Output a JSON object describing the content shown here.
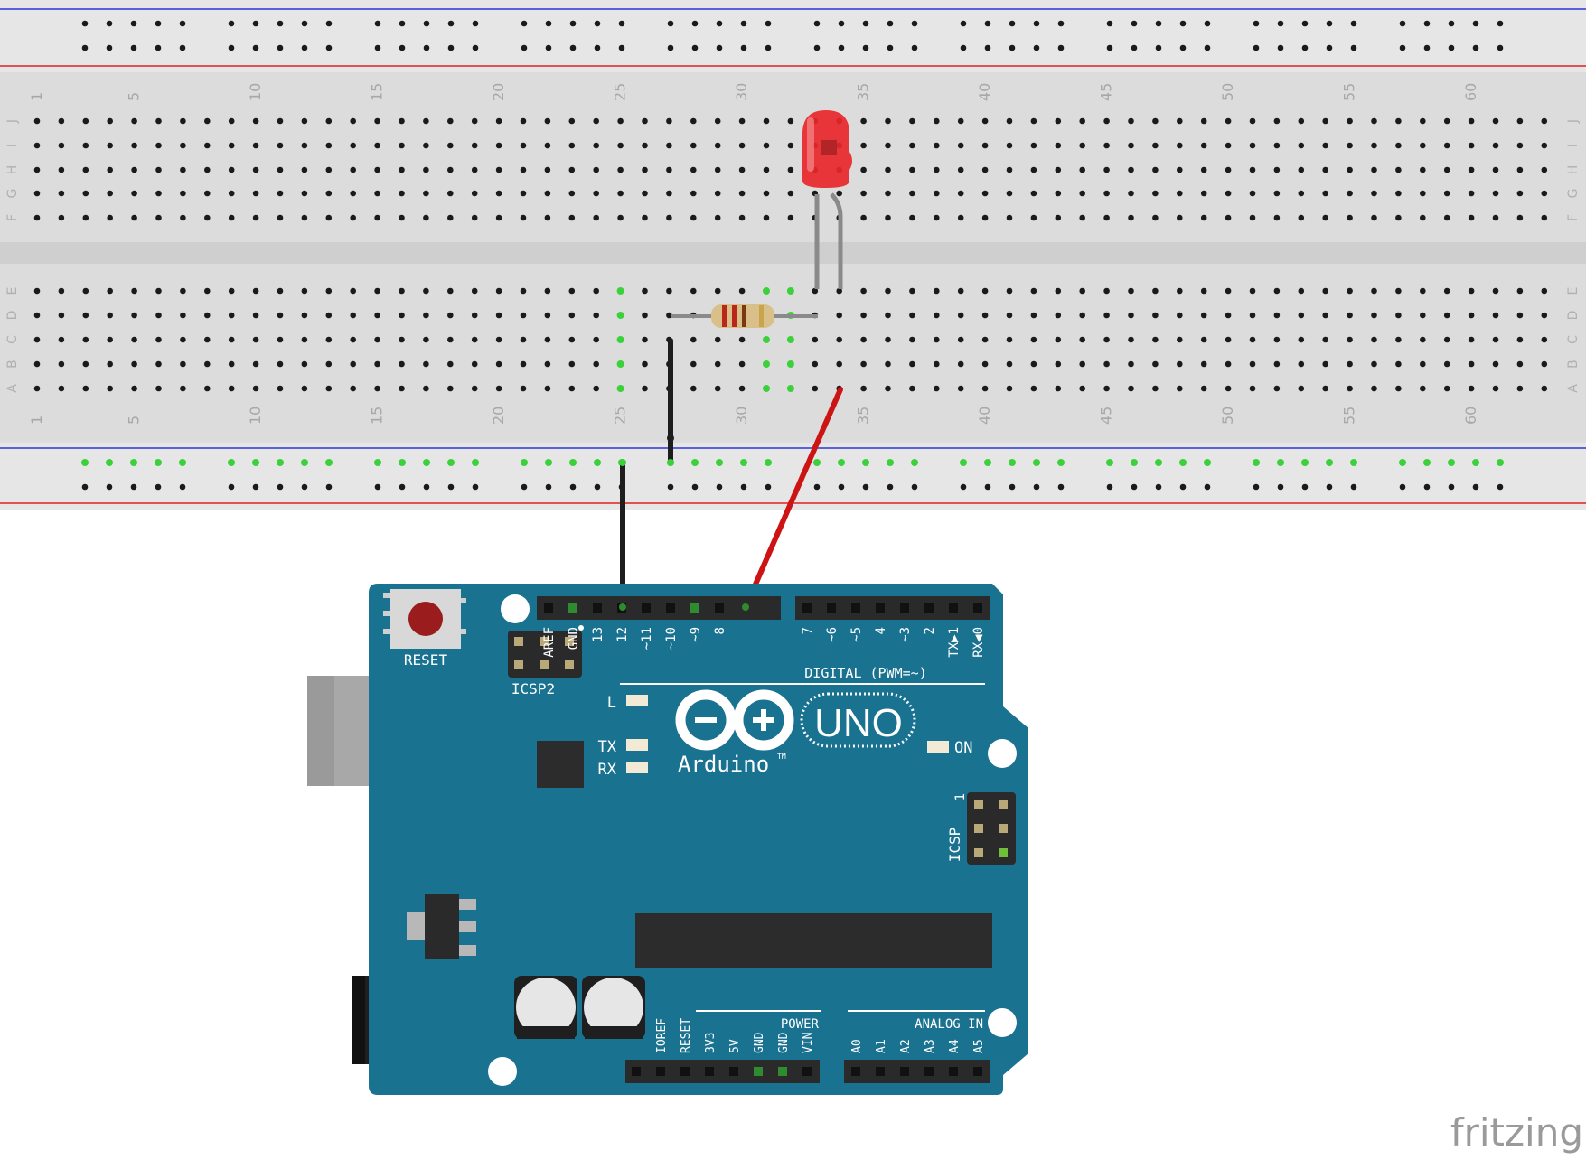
{
  "app": {
    "watermark": "fritzing"
  },
  "breadboard": {
    "column_numbers": [
      "1",
      "5",
      "10",
      "15",
      "20",
      "25",
      "30",
      "35",
      "40",
      "45",
      "50",
      "55",
      "60"
    ],
    "row_labels_top": [
      "J",
      "I",
      "H",
      "G",
      "F"
    ],
    "row_labels_bottom": [
      "E",
      "D",
      "C",
      "B",
      "A"
    ],
    "colors": {
      "body": "#dcdcdc",
      "power_rail_body": "#e8e8e8",
      "minus_line": "#2b35d8",
      "plus_line": "#e02020",
      "hole": "#1a1a1a",
      "hole_connected": "#3bd13b"
    }
  },
  "components": {
    "led": {
      "name": "Red LED",
      "color": "#e8262a"
    },
    "resistor": {
      "name": "Resistor",
      "bands": [
        "#b8261c",
        "#b8261c",
        "#7a3a10",
        "#c9a44a"
      ]
    },
    "wires": [
      {
        "id": "gnd-to-rail",
        "color": "#1e1e1e"
      },
      {
        "id": "rail-to-resistor",
        "color": "#1e1e1e"
      },
      {
        "id": "pin9-to-led",
        "color": "#cc1414"
      }
    ]
  },
  "arduino": {
    "brand": "Arduino",
    "trademark": "TM",
    "model": "UNO",
    "reset_label": "RESET",
    "icsp2_label": "ICSP2",
    "icsp_label": "ICSP",
    "icsp_pin1": "1",
    "led_labels": {
      "l": "L",
      "tx": "TX",
      "rx": "RX",
      "on": "ON"
    },
    "digital_title": "DIGITAL (PWM=~)",
    "digital_header_left": [
      "AREF",
      "GND",
      "13",
      "12",
      "~11",
      "~10",
      "~9",
      "8"
    ],
    "digital_header_right": [
      "7",
      "~6",
      "~5",
      "4",
      "~3",
      "2",
      "TX▶1",
      "RX◀0"
    ],
    "power_title": "POWER",
    "power_pins": [
      "IOREF",
      "RESET",
      "3V3",
      "5V",
      "GND",
      "GND",
      "VIN"
    ],
    "analog_title": "ANALOG IN",
    "analog_pins": [
      "A0",
      "A1",
      "A2",
      "A3",
      "A4",
      "A5"
    ],
    "colors": {
      "board": "#1a7291",
      "header": "#2a2a2a",
      "pin_connected": "#2e8b2e"
    }
  }
}
